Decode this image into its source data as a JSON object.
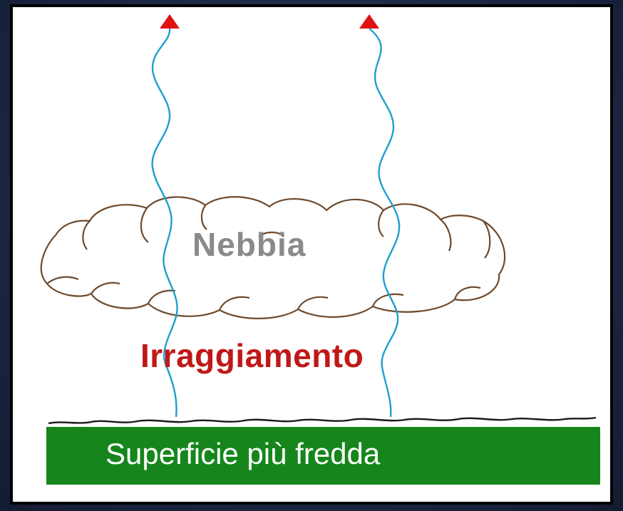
{
  "labels": {
    "fog": "Nebbia",
    "radiation": "Irraggiamento",
    "surface": "Superficie più fredda"
  },
  "colors": {
    "fog_text": "#8a8a8a",
    "radiation_text": "#c01818",
    "surface_fill": "#16861c",
    "ray": "#1e9fcf",
    "arrow_head": "#e01212",
    "cloud_outline": "#6e4a2c"
  },
  "icons": {
    "ray_head": "triangle-arrow-up"
  }
}
